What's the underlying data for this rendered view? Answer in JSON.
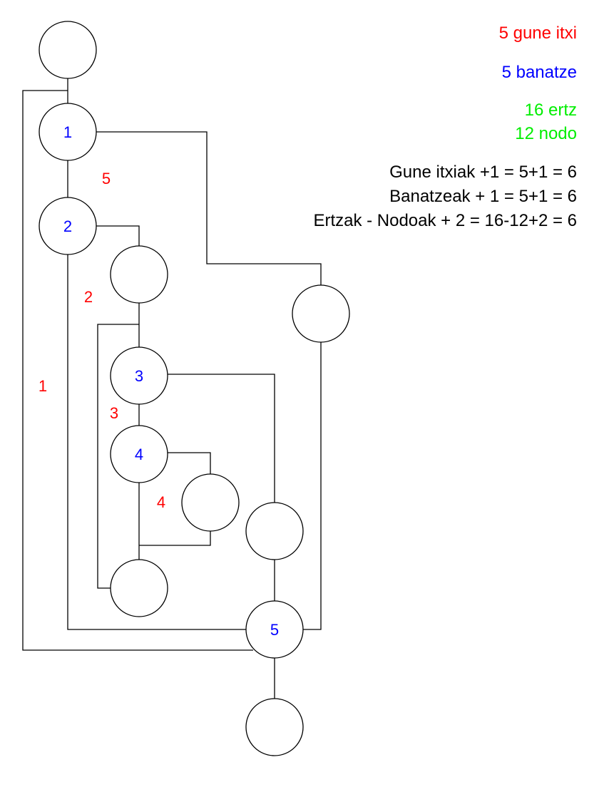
{
  "colors": {
    "decision_node_label": "#0000ff",
    "region_label": "#ff0000",
    "closed_regions_line": "#ff0000",
    "decisions_line": "#0000ff",
    "counts_line": "#00ee00",
    "formula_line": "#000000"
  },
  "nodes": {
    "n1": "1",
    "n2": "2",
    "n3": "3",
    "n4": "4",
    "n5": "5"
  },
  "regions": {
    "r1": "1",
    "r2": "2",
    "r3": "3",
    "r4": "4",
    "r5": "5"
  },
  "summary": {
    "closed_regions": "5 gune itxi",
    "decisions": "5 banatze",
    "edges": "16 ertz",
    "nodes": "12 nodo"
  },
  "formulas": {
    "f1": "Gune itxiak +1 = 5+1 = 6",
    "f2": "Banatzeak + 1 = 5+1 = 6",
    "f3": "Ertzak - Nodoak + 2 = 16-12+2 = 6"
  }
}
